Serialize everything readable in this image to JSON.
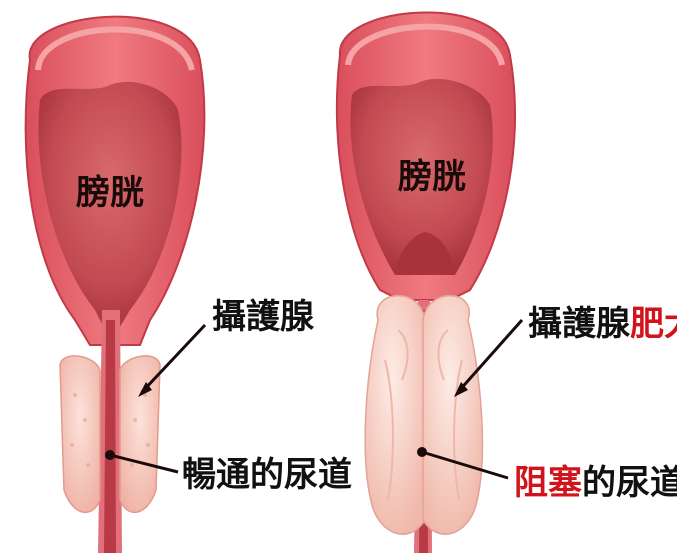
{
  "colors": {
    "highlight": "#d1141b",
    "label_text": "#111111",
    "bladder_wall": "#e0606a",
    "bladder_inner": "#c94a52",
    "prostate": "#f4c2b8"
  },
  "panels": {
    "normal": {
      "bladder_label": "膀胱",
      "prostate_label": "攝護腺",
      "urethra_label": "暢通的尿道"
    },
    "enlarged": {
      "bladder_label": "膀胱",
      "prostate_label": "攝護腺",
      "prostate_label_highlight": "肥大",
      "urethra_label_highlight": "阻塞",
      "urethra_label": "的尿道"
    }
  }
}
